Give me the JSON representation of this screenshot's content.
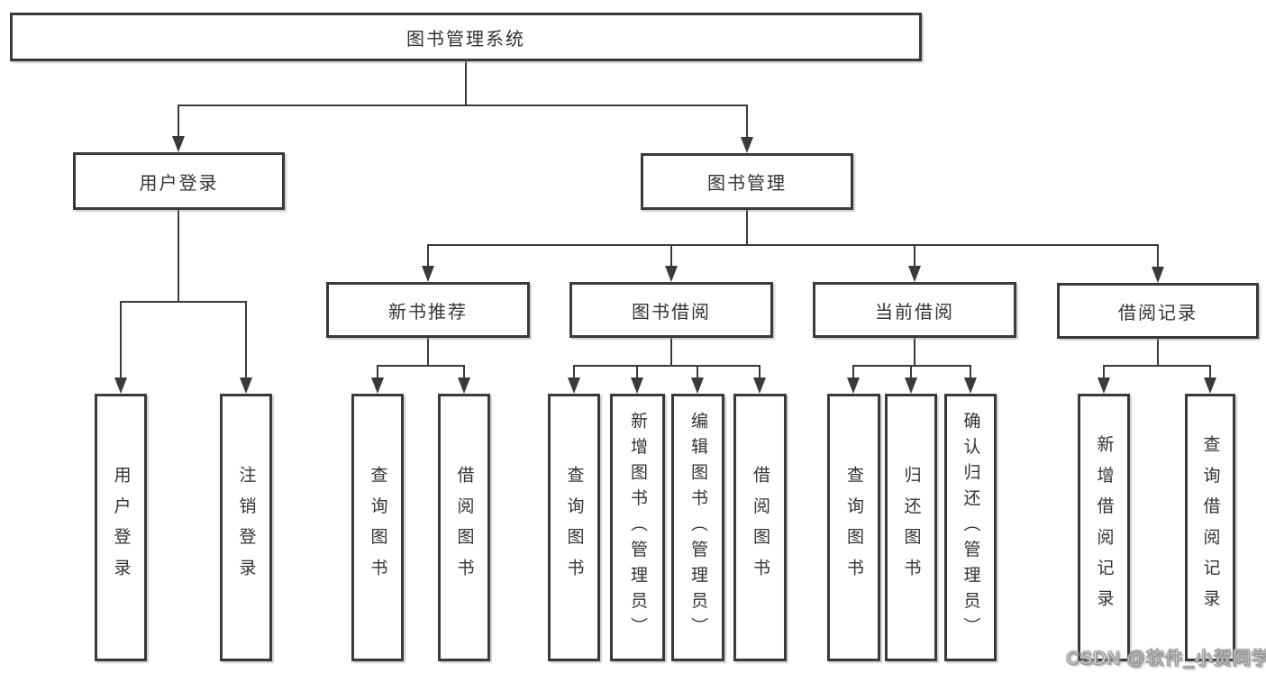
{
  "diagram": {
    "root": {
      "label": "图书管理系统"
    },
    "level2": {
      "user_login": {
        "label": "用户登录"
      },
      "book_mgmt": {
        "label": "图书管理"
      }
    },
    "level3": {
      "new_book_rec": {
        "label": "新书推荐"
      },
      "book_borrow": {
        "label": "图书借阅"
      },
      "current_borrow": {
        "label": "当前借阅"
      },
      "borrow_record": {
        "label": "借阅记录"
      }
    },
    "leaves": {
      "user_login": {
        "label": "用户登录"
      },
      "logout": {
        "label": "注销登录"
      },
      "rec_query_books": {
        "label": "查询图书"
      },
      "rec_borrow_books": {
        "label": "借阅图书"
      },
      "bb_query_books": {
        "label": "查询图书"
      },
      "bb_add_books_admin": {
        "label": "新增图书（管理员）"
      },
      "bb_edit_books_admin": {
        "label": "编辑图书（管理员）"
      },
      "bb_borrow_books": {
        "label": "借阅图书"
      },
      "cb_query_books": {
        "label": "查询图书"
      },
      "cb_return_books": {
        "label": "归还图书"
      },
      "cb_confirm_return_admin": {
        "label": "确认归还（管理员）"
      },
      "br_add_record": {
        "label": "新增借阅记录"
      },
      "br_query_record": {
        "label": "查询借阅记录"
      }
    },
    "watermark": "CSDN @软件_小贺同学",
    "colors": {
      "line": "#3a3a3a",
      "box_border": "#3a3a3a",
      "box_fill": "#ffffff",
      "text": "#333333"
    }
  }
}
